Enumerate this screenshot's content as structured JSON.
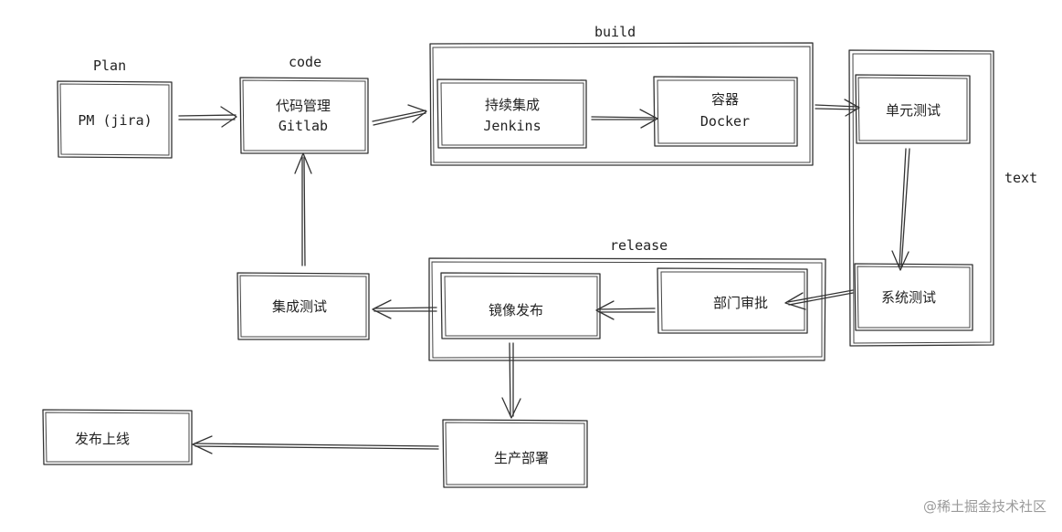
{
  "groups": {
    "plan": "Plan",
    "code": "code",
    "build": "build",
    "test": "text",
    "release": "release"
  },
  "nodes": {
    "pm": {
      "line1": "PM (jira)"
    },
    "code_mgmt": {
      "line1": "代码管理",
      "line2": "Gitlab"
    },
    "ci": {
      "line1": "持续集成",
      "line2": "Jenkins"
    },
    "container": {
      "line1": "容器",
      "line2": "Docker"
    },
    "unit_test": {
      "line1": "单元测试"
    },
    "system_test": {
      "line1": "系统测试"
    },
    "dept_approval": {
      "line1": "部门审批"
    },
    "image_release": {
      "line1": "镜像发布"
    },
    "integration_test": {
      "line1": "集成测试"
    },
    "prod_deploy": {
      "line1": "生产部署"
    },
    "go_live": {
      "line1": "发布上线"
    }
  },
  "watermark": "@稀土掘金技术社区"
}
